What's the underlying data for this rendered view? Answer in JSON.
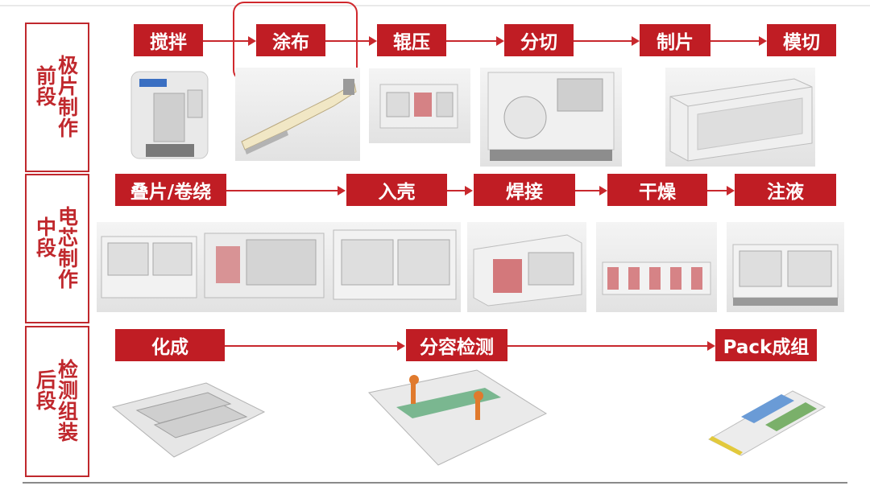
{
  "stages": [
    {
      "col_a": [
        "极",
        "片"
      ],
      "col_b": [
        "前",
        "段"
      ],
      "extra": [
        "制",
        "作"
      ],
      "name": "前段极片制作"
    },
    {
      "col_a": [
        "电",
        "芯"
      ],
      "col_b": [
        "中",
        "段"
      ],
      "extra": [
        "制",
        "作"
      ],
      "name": "中段电芯制作"
    },
    {
      "col_a": [
        "检",
        "测"
      ],
      "col_b": [
        "后",
        "段"
      ],
      "extra": [
        "组",
        "装"
      ],
      "name": "后段检测组装"
    }
  ],
  "front_steps": [
    "搅拌",
    "涂布",
    "辊压",
    "分切",
    "制片",
    "模切"
  ],
  "middle_steps": [
    "叠片/卷绕",
    "入壳",
    "焊接",
    "干燥",
    "注液"
  ],
  "back_steps": [
    "化成",
    "分容检测",
    "Pack成组"
  ],
  "highlighted_step": "涂布",
  "colors": {
    "accent": "#c01d24",
    "border": "#c0282d"
  }
}
